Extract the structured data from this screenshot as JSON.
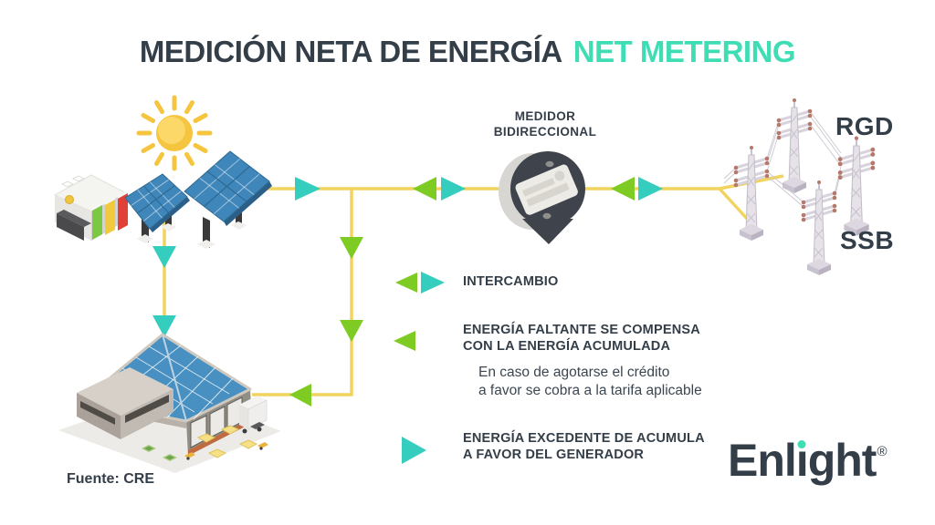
{
  "title": {
    "main": "MEDICIÓN NETA DE ENERGÍA",
    "accent": "NET METERING"
  },
  "colors": {
    "navy": "#333e48",
    "accent_teal": "#3eddb4",
    "arrow_teal": "#35cdbd",
    "arrow_green": "#7ecb23",
    "line_yellow": "#f2d35f",
    "panel_blue": "#3f86ba",
    "sun_yellow": "#f5c53f"
  },
  "diagram": {
    "meter_label_lines": [
      "MEDIDOR",
      "BIDIRECCIONAL"
    ],
    "grid_top_label": "RGD",
    "grid_bottom_label": "SSB"
  },
  "legend": [
    {
      "label": "INTERCAMBIO"
    },
    {
      "label_lines": [
        "ENERGÍA FALTANTE SE COMPENSA",
        "CON LA ENERGÍA ACUMULADA"
      ],
      "note_lines": [
        "En caso de agotarse el crédito",
        "a favor se cobra a la tarifa aplicable"
      ]
    },
    {
      "label_lines": [
        "ENERGÍA EXCEDENTE DE ACUMULA",
        "A FAVOR DEL GENERADOR"
      ]
    }
  ],
  "footer": {
    "source": "Fuente: CRE"
  },
  "logo": {
    "text": "Enlight",
    "registered": "®"
  }
}
